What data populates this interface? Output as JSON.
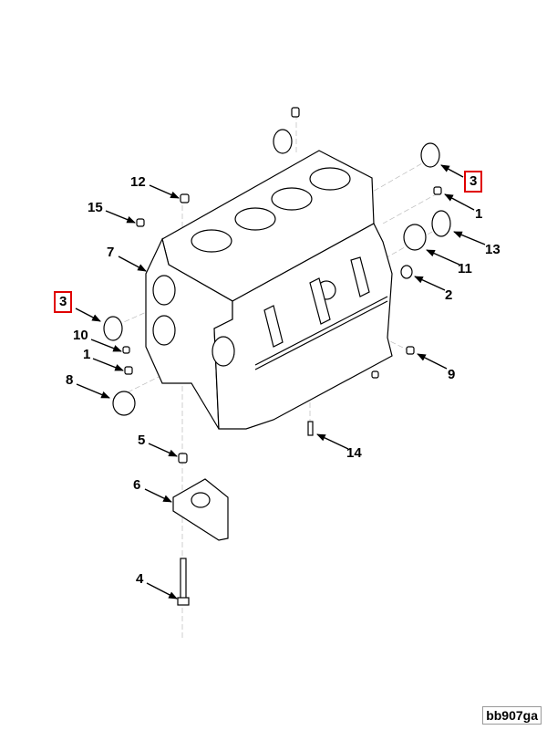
{
  "diagram": {
    "figure_code": "bb907ga",
    "highlight_color": "#e00000",
    "callouts": [
      {
        "id": "3a",
        "number": "3",
        "boxed": true
      },
      {
        "id": "1a",
        "number": "1",
        "boxed": false
      },
      {
        "id": "13",
        "number": "13",
        "boxed": false
      },
      {
        "id": "11",
        "number": "11",
        "boxed": false
      },
      {
        "id": "2",
        "number": "2",
        "boxed": false
      },
      {
        "id": "9",
        "number": "9",
        "boxed": false
      },
      {
        "id": "14",
        "number": "14",
        "boxed": false
      },
      {
        "id": "12",
        "number": "12",
        "boxed": false
      },
      {
        "id": "15",
        "number": "15",
        "boxed": false
      },
      {
        "id": "7",
        "number": "7",
        "boxed": false
      },
      {
        "id": "3b",
        "number": "3",
        "boxed": true
      },
      {
        "id": "10",
        "number": "10",
        "boxed": false
      },
      {
        "id": "1b",
        "number": "1",
        "boxed": false
      },
      {
        "id": "8",
        "number": "8",
        "boxed": false
      },
      {
        "id": "5",
        "number": "5",
        "boxed": false
      },
      {
        "id": "6",
        "number": "6",
        "boxed": false
      },
      {
        "id": "4",
        "number": "4",
        "boxed": false
      }
    ]
  }
}
